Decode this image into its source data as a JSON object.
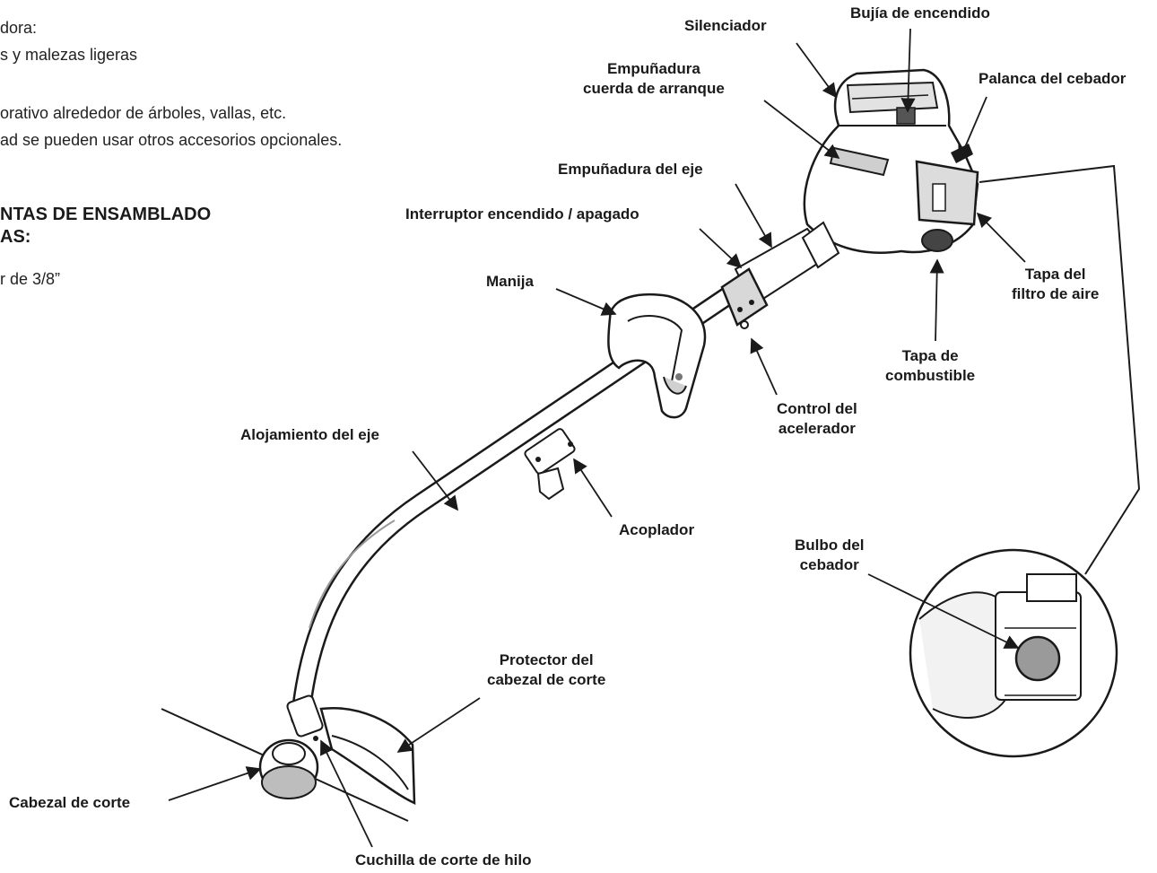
{
  "intro": {
    "line1": "dora:",
    "line2": "s y malezas ligeras",
    "line3": "orativo alrededor de árboles, vallas, etc.",
    "line4": "ad se pueden usar otros accesorios opcionales."
  },
  "tools": {
    "heading_line1": "NTAS DE ENSAMBLADO",
    "heading_line2": "AS:",
    "item1": "r de 3/8”"
  },
  "labels": {
    "silenciador": "Silenciador",
    "bujia": "Bujía de encendido",
    "palanca_cebador": "Palanca del cebador",
    "empunadura_arranque_1": "Empuñadura",
    "empunadura_arranque_2": "cuerda de arranque",
    "empunadura_eje": "Empuñadura del eje",
    "interruptor": "Interruptor encendido / apagado",
    "manija": "Manija",
    "tapa_filtro_1": "Tapa del",
    "tapa_filtro_2": "filtro de aire",
    "tapa_combustible_1": "Tapa de",
    "tapa_combustible_2": "combustible",
    "control_acelerador_1": "Control del",
    "control_acelerador_2": "acelerador",
    "alojamiento_eje": "Alojamiento del eje",
    "acoplador": "Acoplador",
    "bulbo_cebador_1": "Bulbo del",
    "bulbo_cebador_2": "cebador",
    "protector_1": "Protector del",
    "protector_2": "cabezal de corte",
    "cabezal_corte": "Cabezal de corte",
    "cuchilla": "Cuchilla de corte de hilo"
  },
  "colors": {
    "ink": "#1a1a1a",
    "engine_gray": "#bdbdbd",
    "primer_bulb": "#9a9a9a"
  },
  "icons": {
    "trimmer": "string-trimmer-illustration",
    "engine": "engine-illustration",
    "inset": "primer-bulb-magnifier"
  }
}
